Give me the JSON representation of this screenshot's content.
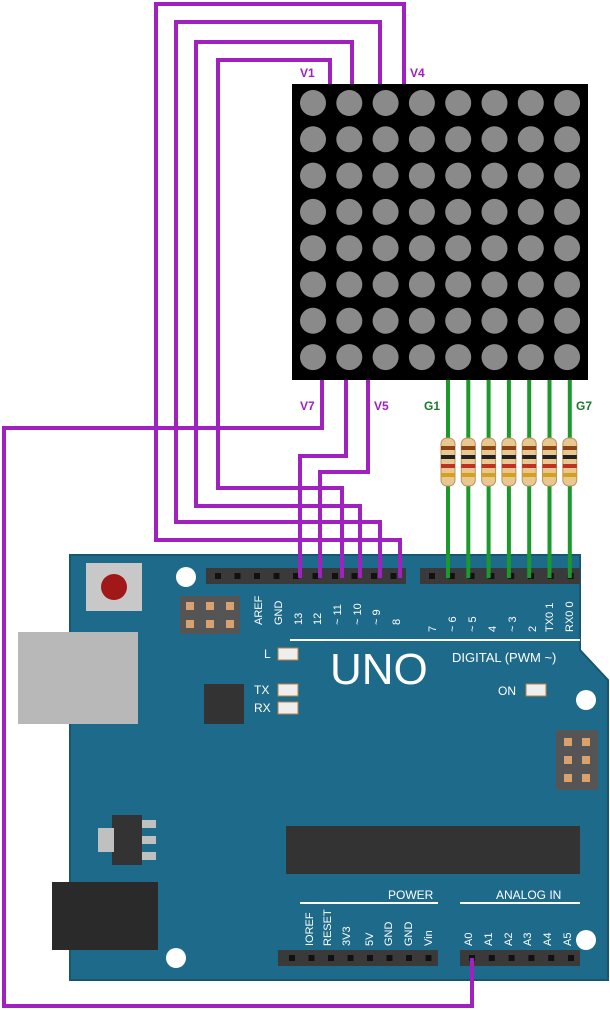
{
  "matrix": {
    "rows": 8,
    "cols": 8
  },
  "wire_labels": {
    "v1": "V1",
    "v4": "V4",
    "v7": "V7",
    "v5": "V5",
    "g1": "G1",
    "g7": "G7"
  },
  "board": {
    "model": "UNO",
    "digital_label": "DIGITAL (PWM ~)",
    "power_label": "POWER",
    "analog_label": "ANALOG IN",
    "on_label": "ON",
    "l_label": "L",
    "tx_label": "TX",
    "rx_label": "RX",
    "top_header_left": [
      "AREF",
      "GND",
      "13",
      "12",
      "~ 11",
      "~ 10",
      "~ 9",
      "8"
    ],
    "top_header_right": [
      "7",
      "~ 6",
      "~ 5",
      "4",
      "~ 3",
      "2",
      "TX0 1",
      "RX0 0"
    ],
    "power_pins": [
      "IOREF",
      "RESET",
      "3V3",
      "5V",
      "GND",
      "GND",
      "Vin"
    ],
    "analog_pins": [
      "A0",
      "A1",
      "A2",
      "A3",
      "A4",
      "A5"
    ]
  },
  "colors": {
    "matrix_bg": "#000000",
    "led": "#8a8a8a",
    "wire_v": "#a020c0",
    "wire_g": "#1a9a2a",
    "label_v": "#a020c0",
    "label_g": "#1a7a2a",
    "board": "#1e6a8a",
    "board_outline": "#16566f",
    "header": "#3a3a3a"
  }
}
